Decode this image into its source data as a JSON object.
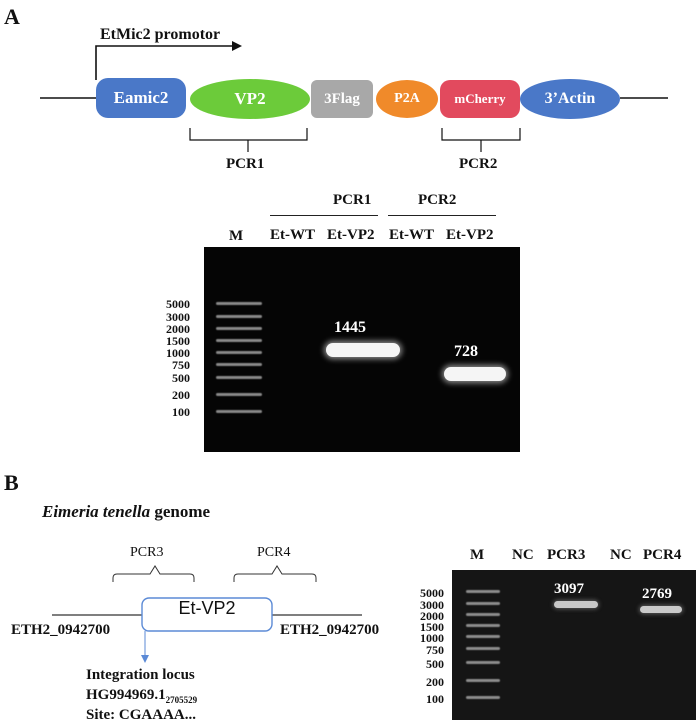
{
  "panel_a": {
    "letter": "A",
    "promoter_label": "EtMic2 promotor",
    "elements": [
      {
        "label": "Eamic2",
        "color": "#4a78c8"
      },
      {
        "label": "VP2",
        "color": "#6ccb3a"
      },
      {
        "label": "3Flag",
        "color": "#a8a8a8"
      },
      {
        "label": "P2A",
        "color": "#f08a2a"
      },
      {
        "label": "mCherry",
        "color": "#e24a5e"
      },
      {
        "label": "3’Actin",
        "color": "#4a78c8"
      }
    ],
    "pcr_labels": [
      "PCR1",
      "PCR2"
    ],
    "gel": {
      "marker_label": "M",
      "groups": [
        "PCR1",
        "PCR2"
      ],
      "lanes": [
        "Et-WT",
        "Et-VP2",
        "Et-WT",
        "Et-VP2"
      ],
      "ladder": [
        "5000",
        "3000",
        "2000",
        "1500",
        "1000",
        "750",
        "500",
        "200",
        "100"
      ],
      "bands": [
        "1445",
        "728"
      ]
    }
  },
  "panel_b": {
    "letter": "B",
    "genome_title_italic": "Eimeria tenella",
    "genome_title_rest": " genome",
    "pcr_labels": [
      "PCR3",
      "PCR4"
    ],
    "insert_label": "Et-VP2",
    "gene_left": "ETH2_0942700",
    "gene_right": "ETH2_0942700",
    "locus_title": "Integration locus",
    "locus_id": "HG994969.1",
    "locus_subscript": "2705529",
    "site": "Site: CGAAAA...",
    "gel": {
      "lanes": [
        "M",
        "NC",
        "PCR3",
        "NC",
        "PCR4"
      ],
      "ladder": [
        "5000",
        "3000",
        "2000",
        "1500",
        "1000",
        "750",
        "500",
        "200",
        "100"
      ],
      "bands": [
        "3097",
        "2769"
      ]
    }
  },
  "colors": {
    "accent_blue": "#4a78c8",
    "outline_blue": "#5b8ad6"
  }
}
